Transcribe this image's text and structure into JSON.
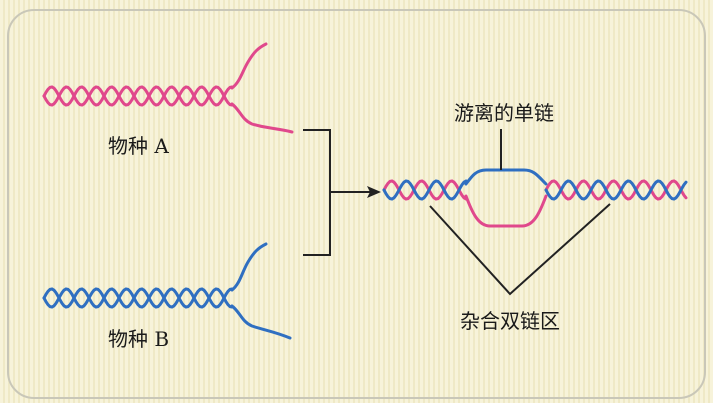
{
  "labels": {
    "species_a": "物种 A",
    "species_b": "物种 B",
    "free_single_strand": "游离的单链",
    "hybrid_double_strand_region": "杂合双链区"
  },
  "colors": {
    "strand_a": "#e0488c",
    "strand_b": "#2f6fc1",
    "bracket": "#222222",
    "frame": "#c9c7b8",
    "text": "#1a1a1a"
  }
}
